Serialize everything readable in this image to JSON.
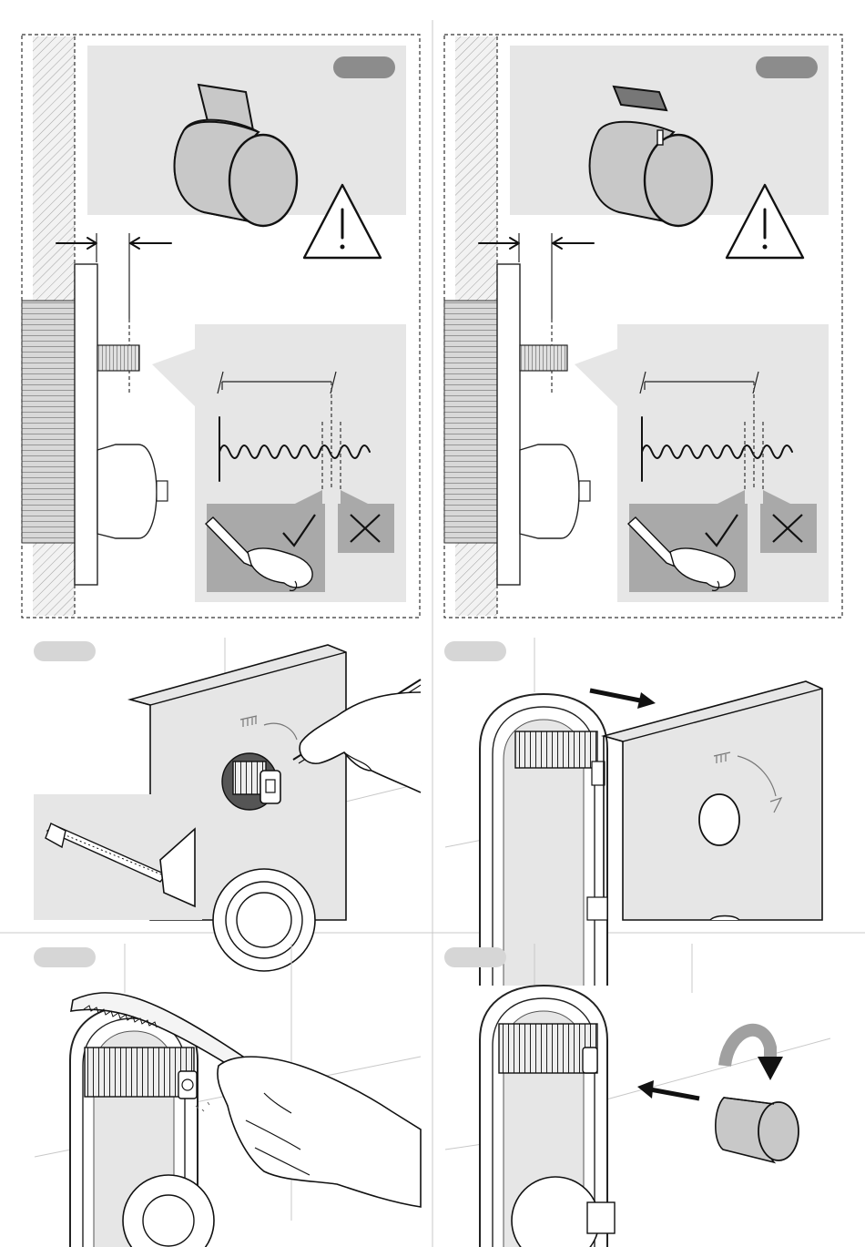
{
  "colors": {
    "ink": "#111111",
    "panel_gray": "#e6e6e6",
    "mid_gray": "#bdbdbd",
    "dark_badge": "#8c8c8c",
    "light_badge": "#d6d6d6",
    "check_box": "#a9a9a9",
    "hatch": "#9a9a9a"
  },
  "icons": {
    "warning": "warning-triangle-icon",
    "ok": "check-mark-icon",
    "not_ok": "cross-mark-icon",
    "direction": "arrow-icon",
    "rotate": "rotate-arrow-icon"
  },
  "panels": [
    {
      "id": "step-1a",
      "badge": "",
      "kind": "cap-short-pin"
    },
    {
      "id": "step-1b",
      "badge": "",
      "kind": "cap-long-pin"
    },
    {
      "id": "step-2",
      "badge": "",
      "kind": "mark-tile"
    },
    {
      "id": "step-3",
      "badge": "",
      "kind": "fit-tile"
    },
    {
      "id": "step-4",
      "badge": "",
      "kind": "cut-extension"
    },
    {
      "id": "step-5",
      "badge": "",
      "kind": "fit-cap"
    }
  ]
}
